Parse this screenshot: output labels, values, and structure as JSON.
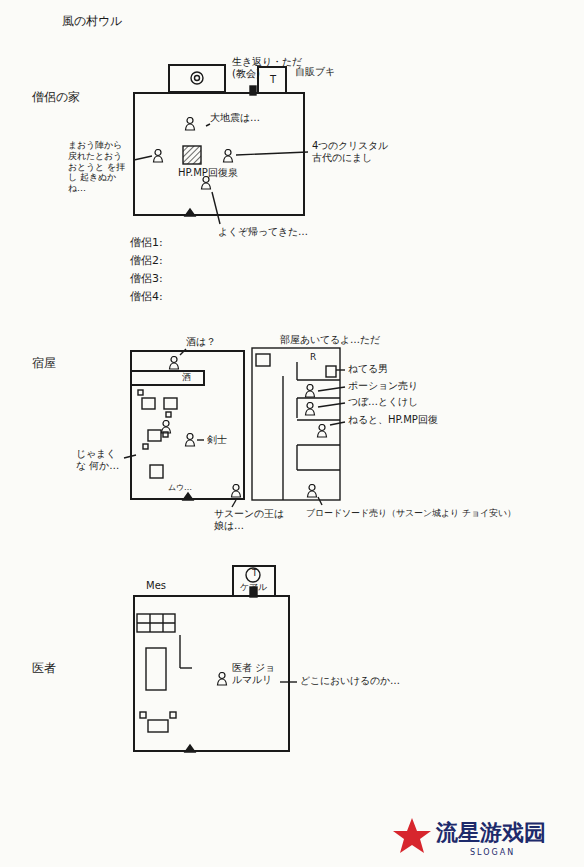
{
  "diagram": {
    "title": "風の村ウル",
    "nodes": [
      {
        "text": [
          "僧侶の家"
        ]
      },
      {
        "text": [
          "生き返り・ただ (教会)"
        ]
      },
      {
        "text": [
          "T",
          "自販ブキ"
        ]
      },
      {
        "text": [
          "宿屋"
        ]
      },
      {
        "text": [
          "酒"
        ],
        "in": 3
      },
      {
        "text": [
          "医者"
        ]
      },
      {
        "text": [
          "T",
          "ケアル"
        ]
      }
    ],
    "labels": [
      "大地震は…",
      "4つのクリスタル 古代のにまし",
      "まおう陣から 戻れたとおう おとうと を拝し 起きぬかね…",
      "HP.MP回復泉",
      "よくぞ帰ってきた…",
      "僧侶1:",
      "僧侶2:",
      "僧侶3:",
      "僧侶4:",
      "酒は？",
      "部屋あいてるよ…ただ",
      "R",
      "じゃまくな 何か…",
      "剣士",
      "ムウ…",
      "ねてる男",
      "ポーション売り",
      "つぼ…とくけし",
      "ねると、HP.MP回復",
      "サスーンの王は 娘は…",
      "ブロードソード売り（サスーン城より チョイ安い）",
      "Mes",
      "医者 ジョルマルリ",
      "どこにおいけるのか…",
      "流星游戏园",
      "SLOGAN"
    ]
  }
}
